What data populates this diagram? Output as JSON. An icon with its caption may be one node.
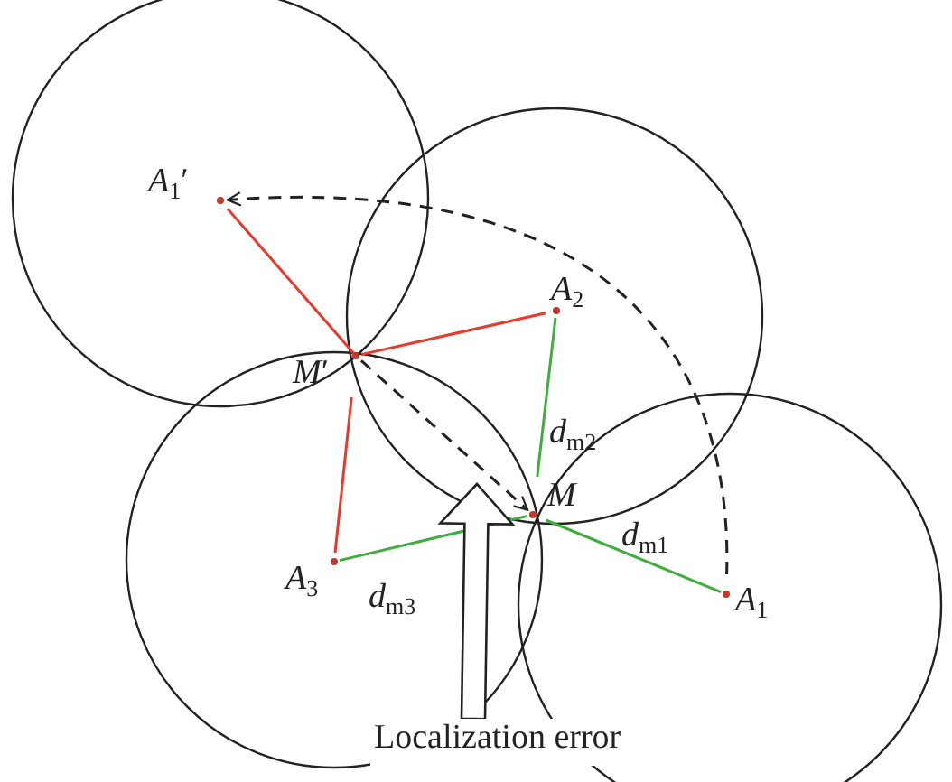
{
  "diagram": {
    "nodes": [
      {
        "text": [
          "*A*$_{1}$′"
        ]
      },
      {
        "text": [
          "*M*′"
        ]
      },
      {
        "text": [
          "*A*$_{2}$"
        ]
      },
      {
        "text": [
          "*M*"
        ]
      },
      {
        "text": [
          "*A*$_{3}$"
        ]
      },
      {
        "text": [
          "*A*$_{1}$"
        ]
      },
      {
        "text": [
          "Localization error"
        ]
      }
    ],
    "edges": [
      {
        "from": 0,
        "to": 1,
        "arrow": "none",
        "color": "#e8392b"
      },
      {
        "from": 1,
        "to": 2,
        "arrow": "none",
        "color": "#e8392b"
      },
      {
        "from": 1,
        "to": 4,
        "arrow": "none",
        "color": "#e8392b"
      },
      {
        "from": 2,
        "to": 3,
        "arrow": "none",
        "label": "*d*$_{m2}$",
        "color": "#3fae3f"
      },
      {
        "from": 4,
        "to": 3,
        "arrow": "none",
        "label": "*d*$_{m3}$",
        "color": "#3fae3f"
      },
      {
        "from": 3,
        "to": 5,
        "arrow": "none",
        "label": "*d*$_{m1}$",
        "color": "#3fae3f"
      },
      {
        "from": 1,
        "to": 3,
        "arrow": "to",
        "style": "dashed",
        "color": "#222222"
      },
      {
        "from": 5,
        "to": 0,
        "arrow": "to",
        "style": "dashed",
        "color": "#222222"
      },
      {
        "from": 6,
        "to": null,
        "arrow": "to",
        "style": "thick",
        "color": "#222222"
      }
    ]
  }
}
